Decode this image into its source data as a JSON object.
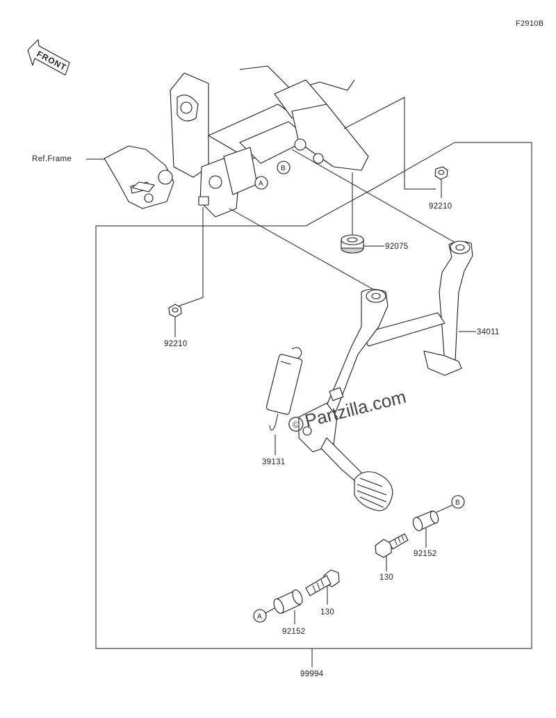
{
  "figure_code": "F2910B",
  "front_label": "FRONT",
  "watermark": "Partzilla.com",
  "ref_frame_label": "Ref.Frame",
  "callouts": {
    "a": "A",
    "b": "B"
  },
  "part_labels": {
    "nut_top_right": "92210",
    "nut_left": "92210",
    "damper": "92075",
    "stand": "34011",
    "spring": "39131",
    "collar_b": "92152",
    "bolt_b": "130",
    "bolt_a": "130",
    "collar_a": "92152",
    "assembly": "99994"
  }
}
